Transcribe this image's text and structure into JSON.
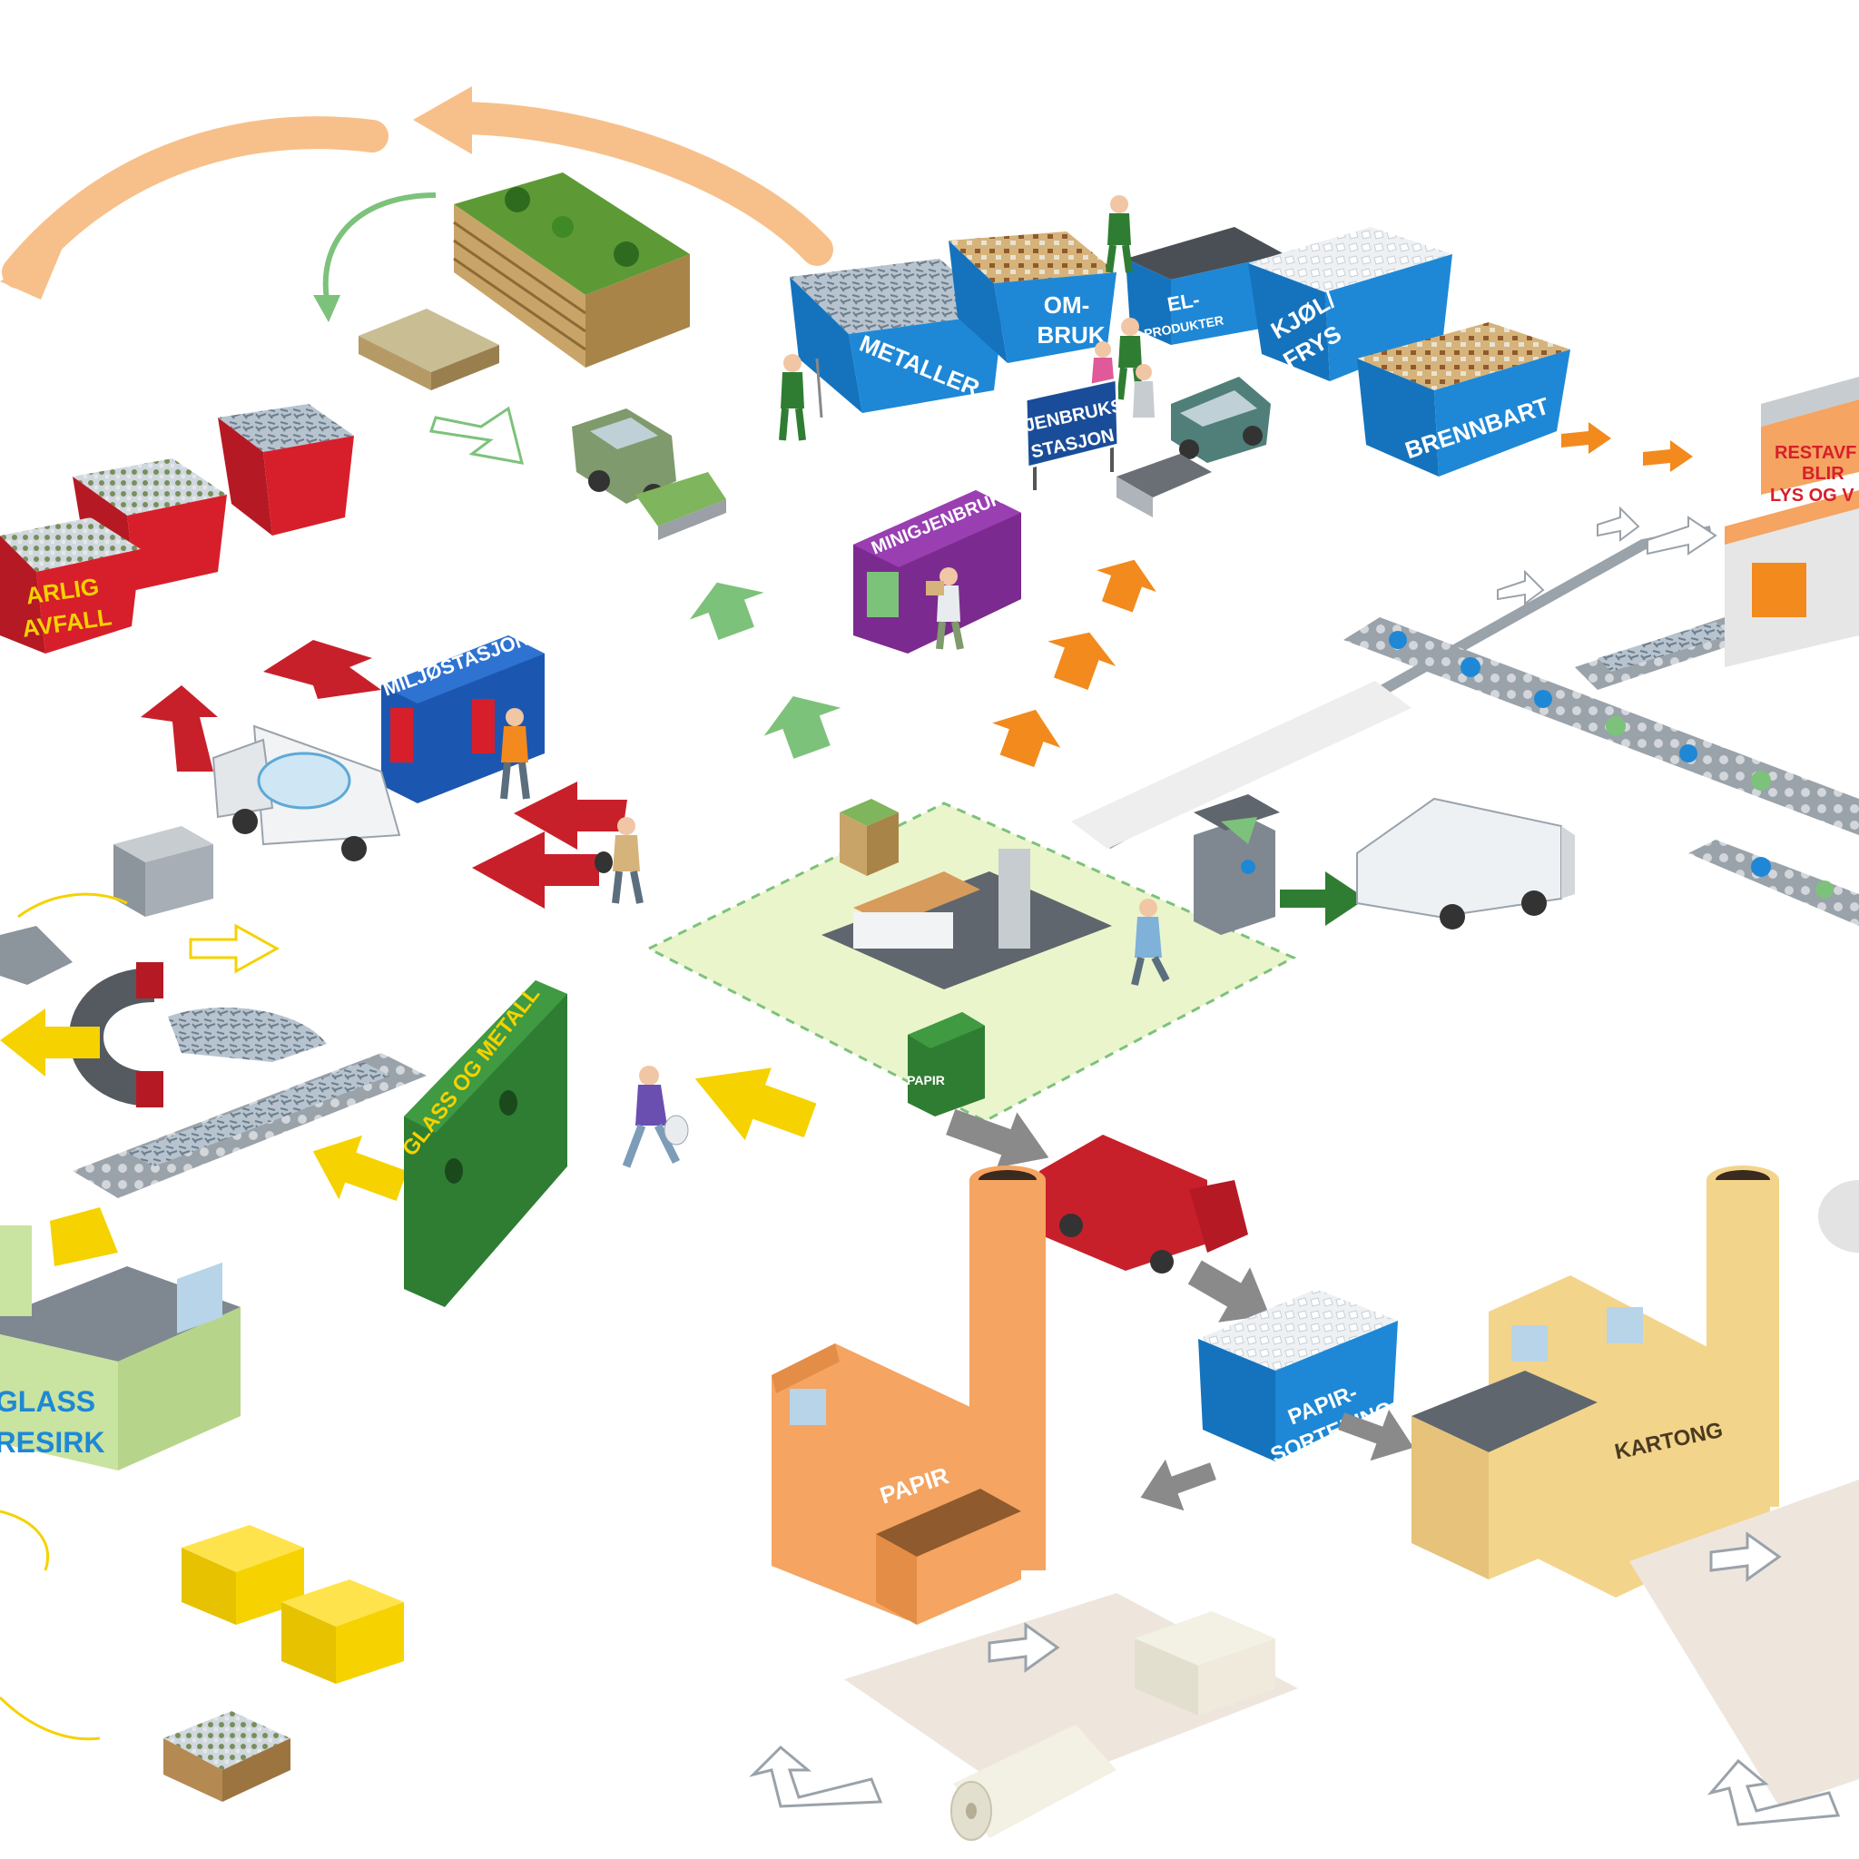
{
  "labels": {
    "hazard": [
      "ARLIG",
      "AVFALL"
    ],
    "metaller": "METALLER",
    "ombruk": [
      "OM-",
      "BRUK"
    ],
    "el": [
      "EL-",
      "PRODUKTER"
    ],
    "kjol": [
      "KJØL/",
      "FRYS"
    ],
    "brennbart": "BRENNBART",
    "gjenbruk": [
      "GJENBRUKS-",
      "STASJON"
    ],
    "minigjenbruk": "MINIGJENBRUK",
    "miljostasjon": "MILJØSTASJON",
    "restavfall": [
      "RESTAVF",
      "BLIR",
      "LYS OG V"
    ],
    "glass_metall": "GLASS OG METALL",
    "glass_factory": [
      "GLASS",
      "RESIRK"
    ],
    "papir_bin": "PAPIR",
    "papir_factory": "PAPIR",
    "papirsortering": [
      "PAPIR-",
      "SORTERING"
    ],
    "kartong": "KARTONG"
  },
  "colors": {
    "bin_blue": "#1e88d6",
    "bin_red": "#d71f2b",
    "bin_green": "#2f7d32",
    "cycle_orange": "#f7c08a",
    "arrow_orange": "#f28a1e",
    "arrow_green": "#7dc27b",
    "arrow_red": "#c8202a",
    "arrow_yellow": "#f5d200",
    "arrow_gray": "#8a8a8a",
    "factory_orange": "#f5a461",
    "factory_cream": "#f3d48b",
    "factory_green": "#c9e3a0",
    "home_zone": "#eaf5cc"
  }
}
